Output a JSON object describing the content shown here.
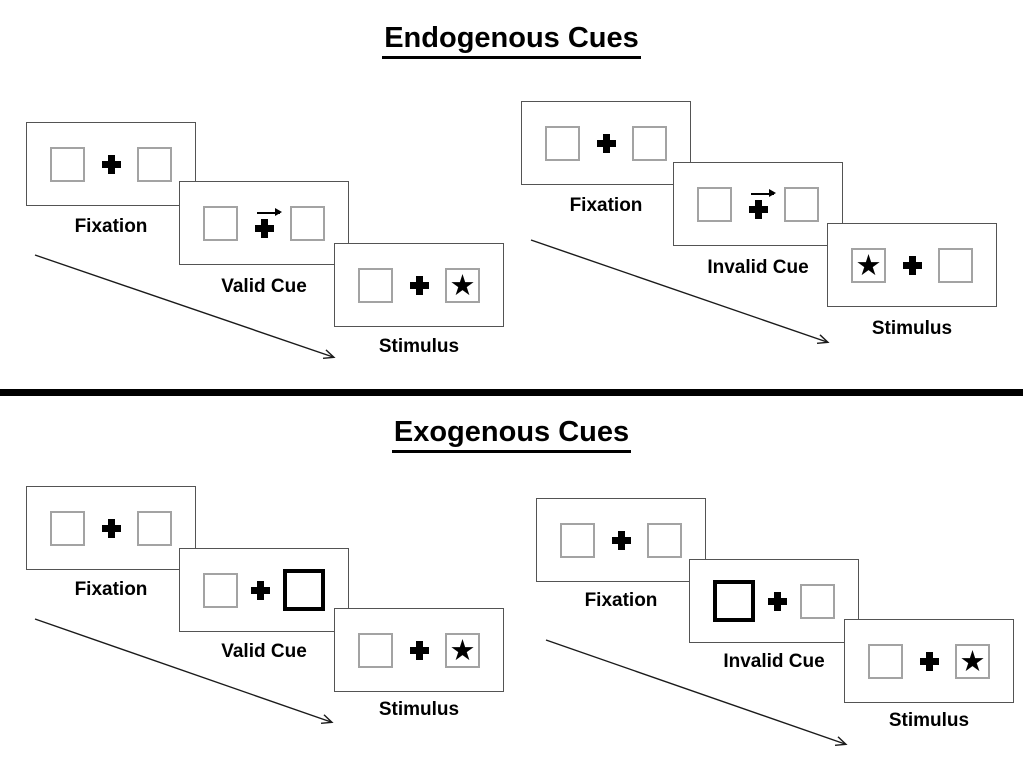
{
  "sections": [
    {
      "title": "Endogenous Cues",
      "panels": [
        {
          "condition": "valid",
          "fixation_label": "Fixation",
          "cue_label": "Valid Cue",
          "stimulus_label": "Stimulus",
          "cue_type": "central-arrow-pointing-right",
          "stimulus_side": "right"
        },
        {
          "condition": "invalid",
          "fixation_label": "Fixation",
          "cue_label": "Invalid Cue",
          "stimulus_label": "Stimulus",
          "cue_type": "central-arrow-pointing-right",
          "stimulus_side": "left"
        }
      ]
    },
    {
      "title": "Exogenous Cues",
      "panels": [
        {
          "condition": "valid",
          "fixation_label": "Fixation",
          "cue_label": "Valid Cue",
          "stimulus_label": "Stimulus",
          "cue_type": "peripheral-bold-box-right",
          "stimulus_side": "right"
        },
        {
          "condition": "invalid",
          "fixation_label": "Fixation",
          "cue_label": "Invalid Cue",
          "stimulus_label": "Stimulus",
          "cue_type": "peripheral-bold-box-left",
          "stimulus_side": "right"
        }
      ]
    }
  ],
  "glyphs": {
    "star": "★"
  },
  "colors": {
    "background": "#ffffff",
    "ink": "#000000",
    "card_border": "#545454",
    "square_border": "#a3a3a3",
    "cue_square_border": "#000000"
  }
}
